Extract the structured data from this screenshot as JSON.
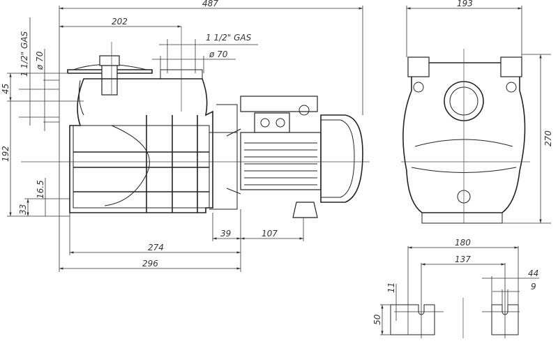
{
  "drawing": {
    "side_view": {
      "overall_length": "487",
      "inlet_to_outlet": "202",
      "outlet_thread": "1 1/2\" GAS",
      "outlet_diameter": "ø 70",
      "inlet_thread": "1 1/2\" GAS",
      "inlet_diameter": "ø 70",
      "inlet_height": "45",
      "total_height_axis": "192",
      "foot_offset": "16.5",
      "base_height": "33",
      "motor_foot_offset": "39",
      "motor_foot_length": "107",
      "pump_length_1": "274",
      "pump_length_2": "296"
    },
    "front_view": {
      "width": "193",
      "height": "270"
    },
    "base_view": {
      "base_width": "180",
      "hole_spacing": "137",
      "foot_width": "44",
      "slot_width": "9",
      "slot_depth": "11",
      "foot_height": "50"
    }
  }
}
